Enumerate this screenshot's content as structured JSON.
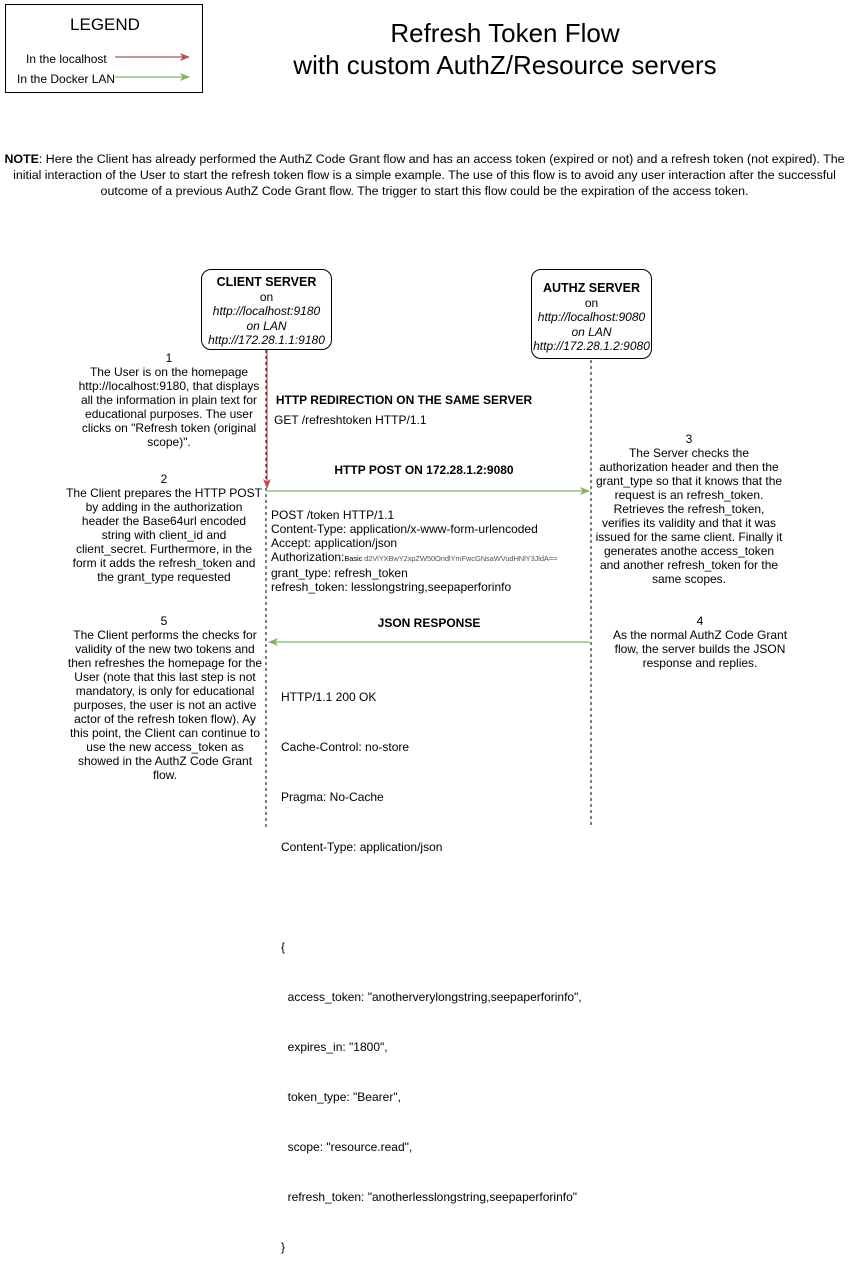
{
  "legend": {
    "title": "LEGEND",
    "items": [
      {
        "label": "In the localhost",
        "color": "#b85450"
      },
      {
        "label": "In the Docker LAN",
        "color": "#82b366"
      }
    ]
  },
  "title": {
    "line1": "Refresh Token Flow",
    "line2": "with custom AuthZ/Resource servers"
  },
  "note": {
    "label": "NOTE",
    "text": ": Here the Client has already performed the AuthZ Code Grant flow and has an access token (expired or not) and a refresh token (not expired). The initial interaction of the User to start the refresh token flow is a simple example. The use of this flow is to avoid any user interaction after the successful outcome of a previous AuthZ Code Grant flow. The trigger to start this flow could be the expiration of the access token."
  },
  "actors": {
    "client": {
      "name": "CLIENT SERVER",
      "on": "on",
      "host": "http://localhost:9180",
      "lan_label": "on LAN",
      "lan_host": "http://172.28.1.1:9180"
    },
    "authz": {
      "name": "AUTHZ SERVER",
      "on": "on",
      "host": "http://localhost:9080",
      "lan_label": "on LAN",
      "lan_host": "http://172.28.1.2:9080"
    }
  },
  "steps": [
    {
      "num": "1",
      "text": "The User is on the homepage http://localhost:9180, that displays all the information in plain text for educational purposes. The user clicks on \"Refresh token (original scope)\"."
    },
    {
      "num": "2",
      "text": "The Client prepares the HTTP POST by adding in the authorization header the Base64url encoded string with client_id and client_secret. Furthermore, in the form it adds the refresh_token and the grant_type requested"
    },
    {
      "num": "3",
      "text": "The Server checks the authorization header and then the grant_type so that it knows that the request is an refresh_token. Retrieves the refresh_token, verifies its validity and that it was issued for the same client. Finally it generates anothe access_token and another refresh_token for the same scopes."
    },
    {
      "num": "4",
      "text": "As the normal AuthZ Code Grant flow, the server builds the JSON response and replies."
    },
    {
      "num": "5",
      "text": "The Client performs the checks for validity of the new two tokens and then refreshes the homepage for the User (note that this last step is not mandatory, is only for educational purposes, the user is not an active actor of the refresh token flow). Ay this point, the Client can continue to use the new access_token as showed in the AuthZ Code Grant flow."
    }
  ],
  "messages": {
    "redirect": {
      "title": "HTTP REDIRECTION ON THE SAME SERVER",
      "lines": [
        "GET /refreshtoken HTTP/1.1"
      ]
    },
    "post": {
      "title": "HTTP POST ON 172.28.1.2:9080",
      "lines": [
        "POST /token HTTP/1.1",
        "Content-Type: application/x-www-form-urlencoded",
        "Accept: application/json"
      ],
      "auth_label": "Authorization:",
      "auth_basic": "Basic ",
      "auth_value": "d2ViYXBwY2xpZW50OndlYmFwcGNsaWVudHNlY3JldA==",
      "lines_after": [
        "grant_type: refresh_token",
        "refresh_token: lesslongstring,seepaperforinfo"
      ]
    },
    "response": {
      "title": "JSON RESPONSE",
      "lines": [
        "HTTP/1.1 200 OK",
        "Cache-Control: no-store",
        "Pragma: No-Cache",
        "Content-Type: application/json",
        "",
        "{",
        "  access_token: \"anotherverylongstring,seepaperforinfo\",",
        "  expires_in: \"1800\",",
        "  token_type: \"Bearer\",",
        "  scope: \"resource.read\",",
        "  refresh_token: \"anotherlesslongstring,seepaperforinfo\"",
        "}"
      ]
    }
  }
}
